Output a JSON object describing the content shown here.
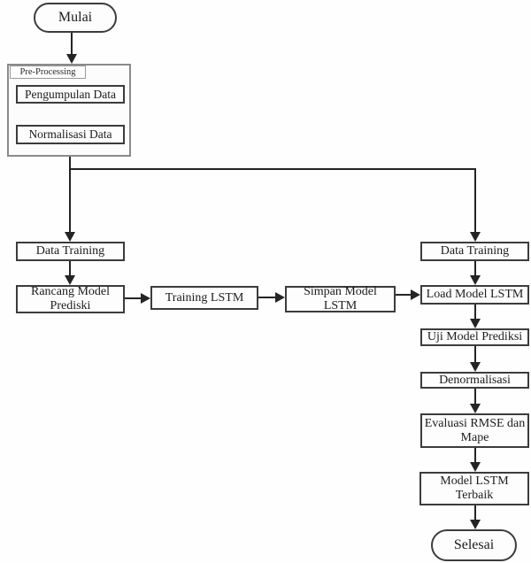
{
  "flowchart": {
    "start_label": "Mulai",
    "end_label": "Selesai",
    "preprocessing": {
      "label": "Pre-Processing",
      "steps": [
        "Pengumpulan Data",
        "Normalisasi Data"
      ]
    },
    "left_branch": {
      "data_training": "Data Training",
      "rancang_model": "Rancang Model\nPrediski",
      "training_lstm": "Training LSTM",
      "simpan_model": "Simpan Model LSTM"
    },
    "right_branch": {
      "data_training": "Data Training",
      "load_model": "Load Model LSTM",
      "uji_model": "Uji Model Prediksi",
      "denormalisasi": "Denormalisasi",
      "evaluasi": "Evaluasi RMSE dan\nMape",
      "model_terbaik": "Model LSTM\nTerbaik"
    },
    "colors": {
      "line": "#242424",
      "box_border": "#3c3c3c",
      "group_border": "#8a8a8a",
      "text": "#1c1c1c",
      "background": "#ffffff"
    }
  }
}
